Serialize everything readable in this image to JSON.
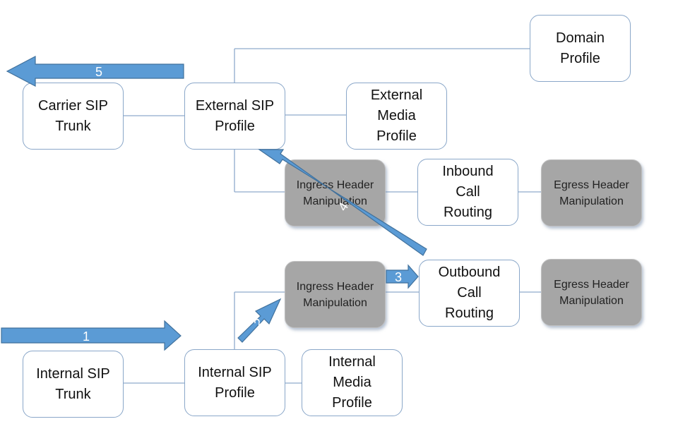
{
  "nodes": {
    "domain_profile": "Domain\nProfile",
    "carrier_sip_trunk": "Carrier SIP\nTrunk",
    "external_sip_profile": "External SIP\nProfile",
    "external_media_profile": "External\nMedia\nProfile",
    "ingress_header_inbound": "Ingress Header\nManipulation",
    "inbound_call_routing": "Inbound\nCall\nRouting",
    "egress_header_inbound": "Egress Header\nManipulation",
    "ingress_header_outbound": "Ingress Header\nManipulation",
    "outbound_call_routing": "Outbound\nCall\nRouting",
    "egress_header_outbound": "Egress Header\nManipulation",
    "internal_sip_trunk": "Internal SIP\nTrunk",
    "internal_sip_profile": "Internal SIP\nProfile",
    "internal_media_profile": "Internal\nMedia\nProfile"
  },
  "steps": [
    "1",
    "2",
    "3",
    "4",
    "5"
  ],
  "colors": {
    "arrow_fill": "#5b9bd5",
    "arrow_stroke": "#41719c",
    "box_border": "#8aa7c9",
    "dark_box_fill": "#a6a6a6",
    "connector": "#8faacc"
  }
}
